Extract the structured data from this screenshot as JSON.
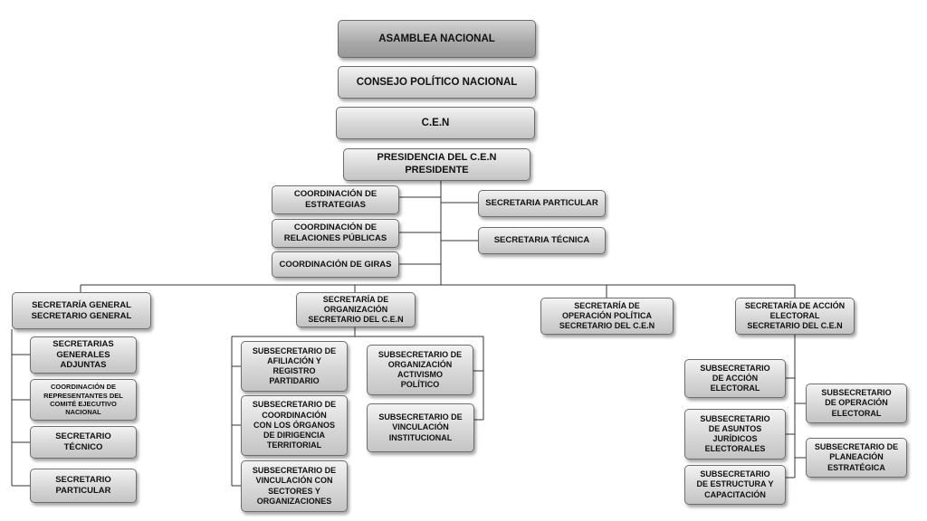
{
  "org": {
    "asamblea": "ASAMBLEA NACIONAL",
    "consejo": "CONSEJO POLÍTICO NACIONAL",
    "cen": "C.E.N",
    "presidencia": "PRESIDENCIA DEL C.E.N\nPRESIDENTE",
    "coord_estrategias": "COORDINACIÓN DE\nESTRATEGIAS",
    "coord_relaciones": "COORDINACIÓN DE\nRELACIONES PÚBLICAS",
    "coord_giras": "COORDINACIÓN DE GIRAS",
    "sec_particular": "SECRETARIA PARTICULAR",
    "sec_tecnica": "SECRETARIA TÉCNICA",
    "sec_general": "SECRETARÍA GENERAL\nSECRETARIO GENERAL",
    "sec_organizacion": "SECRETARÍA DE\nORGANIZACIÓN\nSECRETARIO DEL C.E.N",
    "sec_operacion": "SECRETARÍA DE\nOPERACIÓN POLÍTICA\nSECRETARIO DEL C.E.N",
    "sec_accion": "SECRETARÍA DE ACCIÓN\nELECTORAL\nSECRETARIO DEL C.E.N",
    "sg_adjuntas": "SECRETARIAS\nGENERALES\nADJUNTAS",
    "sg_coord_rep": "COORDINACIÓN DE\nREPRESENTANTES DEL\nCOMITÉ EJECUTIVO\nNACIONAL",
    "sg_tecnico": "SECRETARIO\nTÉCNICO",
    "sg_particular": "SECRETARIO\nPARTICULAR",
    "so_afiliacion": "SUBSECRETARIO DE\nAFILIACIÓN Y\nREGISTRO\nPARTIDARIO",
    "so_coordinacion": "SUBSECRETARIO DE\nCOORDINACIÓN\nCON LOS ÓRGANOS\nDE DIRIGENCIA\nTERRITORIAL",
    "so_vinc_sectores": "SUBSECRETARIO DE\nVINCULACIÓN CON\nSECTORES Y\nORGANIZACIONES",
    "so_activismo": "SUBSECRETARIO DE\nORGANIZACIÓN\nACTIVISMO\nPOLÍTICO",
    "so_vinc_inst": "SUBSECRETARIO DE\nVINCULACIÓN\nINSTITUCIONAL",
    "sa_accion": "SUBSECRETARIO\nDE ACCIÓN\nELECTORAL",
    "sa_juridicos": "SUBSECRETARIO\nDE ASUNTOS\nJURÍDICOS\nELECTORALES",
    "sa_estructura": "SUBSECRETARIO\nDE ESTRUCTURA Y\nCAPACITACIÓN",
    "sa_operacion": "SUBSECRETARIO\nDE OPERACIÓN\nELECTORAL",
    "sa_planeacion": "SUBSECRETARIO DE\nPLANEACIÓN\nESTRATÉGICA"
  }
}
